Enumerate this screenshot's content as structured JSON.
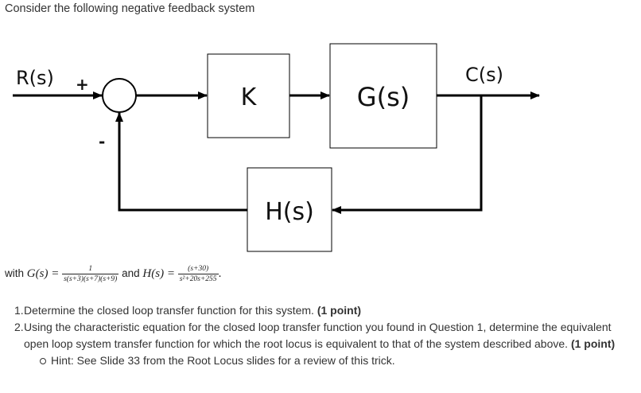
{
  "intro": "Consider the following negative feedback system",
  "diagram": {
    "input_label": "R(s)",
    "output_label": "C(s)",
    "plus_sign": "+",
    "minus_sign": "-",
    "block_k": "K",
    "block_g": "G(s)",
    "block_h": "H(s)"
  },
  "math": {
    "with_text": "with",
    "g_lhs": "G(s) =",
    "g_num": "1",
    "g_den": "s(s+3)(s+7)(s+9)",
    "and_text": "and",
    "h_lhs": "H(s) =",
    "h_num": "(s+30)",
    "h_den": "s²+20s+255",
    "period": "."
  },
  "questions": [
    {
      "number": "1.",
      "text": "Determine the closed loop transfer function for this system.",
      "points": "(1 point)"
    },
    {
      "number": "2.",
      "text": "Using the characteristic equation for the closed loop transfer function you found in Question 1, determine the equivalent open loop system transfer function for which the root locus is equivalent to that of the system described above.",
      "points": "(1 point)"
    }
  ],
  "hint": "Hint: See Slide 33 from the Root Locus slides for a review of this trick."
}
